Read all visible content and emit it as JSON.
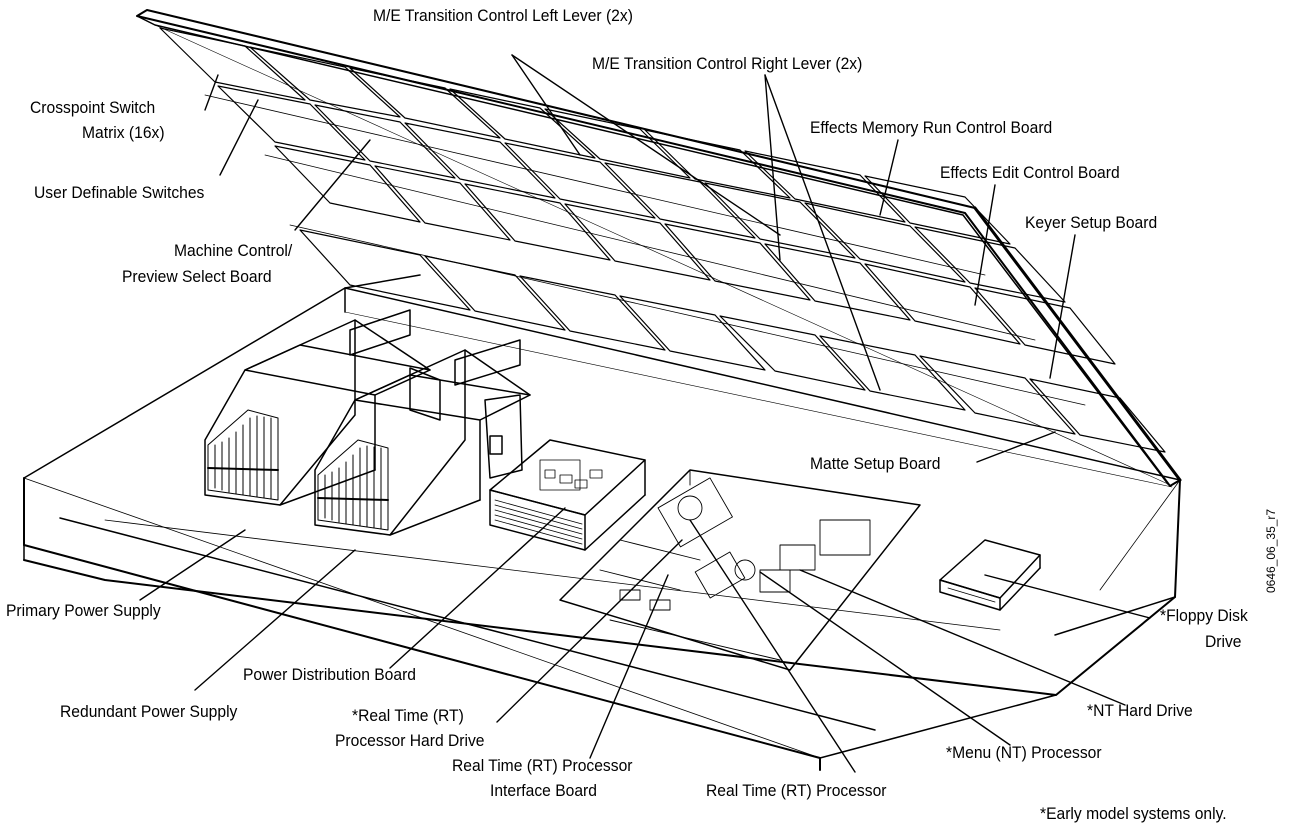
{
  "figure_id": "0646_06_35_r7",
  "footnote": "*Early model systems only.",
  "labels": {
    "mle_left_lever": "M/E Transition Control Left Lever (2x)",
    "mle_right_lever": "M/E Transition Control Right Lever (2x)",
    "effects_memory": "Effects Memory Run Control Board",
    "effects_edit": "Effects Edit Control Board",
    "keyer_setup": "Keyer Setup Board",
    "matte_setup": "Matte Setup Board",
    "crosspoint_1": "Crosspoint Switch",
    "crosspoint_2": "Matrix (16x)",
    "user_definable": "User Definable Switches",
    "machine_control_1": "Machine Control/",
    "machine_control_2": "Preview Select Board",
    "primary_power": "Primary Power Supply",
    "redundant_power": "Redundant Power Supply",
    "power_distribution": "Power Distribution Board",
    "rt_hd_1": "*Real Time (RT)",
    "rt_hd_2": "Processor Hard Drive",
    "rt_interface_1": "Real Time (RT) Processor",
    "rt_interface_2": "Interface Board",
    "rt_processor": "Real Time (RT) Processor",
    "menu_nt": "*Menu (NT) Processor",
    "nt_hd": "*NT Hard Drive",
    "floppy_1": "*Floppy Disk",
    "floppy_2": "Drive"
  }
}
